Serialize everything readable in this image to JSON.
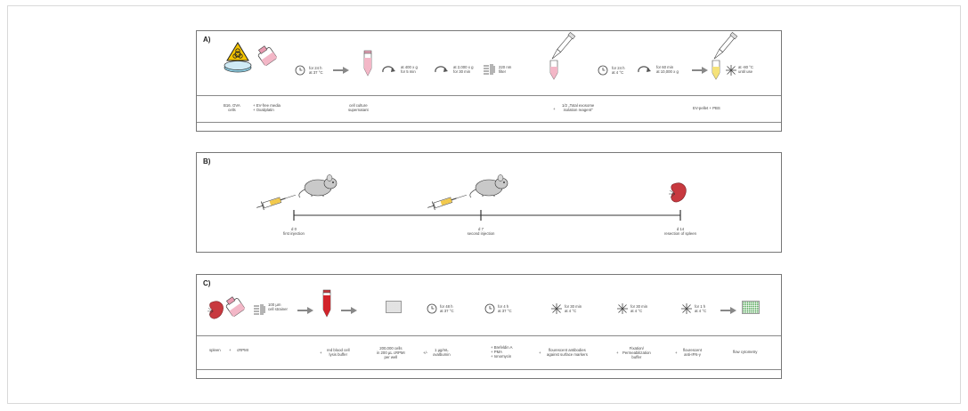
{
  "panelA": {
    "label": "A)",
    "step1": {
      "line1": "for 24 h",
      "line2": "at 37 °C"
    },
    "step2": {
      "line1": "at 400 x g",
      "line2": "for 5 min"
    },
    "step3": {
      "line1": "at 2,000 x g",
      "line2": "for 30 min"
    },
    "step4": {
      "line1": "220 nm",
      "line2": "filter"
    },
    "step5": {
      "line1": "for 24 h",
      "line2": "at 4 °C"
    },
    "step6": {
      "line1": "for 60 min",
      "line2": "at 10,000 x g"
    },
    "step7": {
      "line1": "at -80 °C",
      "line2": "until use"
    },
    "bottom": {
      "cells1": "B16. OVA",
      "cells2": "cells",
      "media1": "+ EV-free media",
      "media2": "+ Oxaliplatin",
      "sup1": "cell culture",
      "sup2": "supernatant",
      "reag_plus": "+",
      "reag1": "1/2 „Total exosome",
      "reag2": "isolation reagent\"",
      "pellet": "EV-pellet + PBS"
    }
  },
  "panelB": {
    "label": "B)",
    "t0_day": "d 0",
    "t0_event": "first injection",
    "t1_day": "d 7",
    "t1_event": "second injection",
    "t2_day": "d 14",
    "t2_event": "resection of spleen"
  },
  "panelC": {
    "label": "C)",
    "strainer1": "100 µm",
    "strainer2": "cell strainer",
    "inc1a": "for 48 h",
    "inc1b": "at 37 °C",
    "inc2a": "for 4 h",
    "inc2b": "at 37 °C",
    "stain1a": "for 30 min",
    "stain1b": "at 4 °C",
    "stain2a": "for 30 min",
    "stain2b": "at 4 °C",
    "stain3a": "for 1 h",
    "stain3b": "at 4 °C",
    "bottom": {
      "spleen": "spleen",
      "plus1": "+",
      "crpmi": "cRPMI",
      "lysis_plus": "+",
      "lysis1": "red blood cell",
      "lysis2": "lysis buffer",
      "cells1": "200,000 cells",
      "cells2": "in 200 µL cRPMI",
      "cells3": "per well",
      "ova_pm": "+/-",
      "ova1": "1 µg/mL",
      "ova2": "ovalbumin",
      "stim1": "+ Brefeldin A",
      "stim2": "+ PMA",
      "stim3": "+ Ionomycin",
      "ab_plus": "+",
      "ab1": "flourescent antibodies",
      "ab2": "against surface markers",
      "fix_plus": "+",
      "fix1": "Fixation/",
      "fix2": "Permeabilization",
      "fix3": "buffer",
      "ifn_plus": "+",
      "ifn1": "flourescent",
      "ifn2": "anti-IFN-γ",
      "flow": "flow cytometry"
    }
  }
}
